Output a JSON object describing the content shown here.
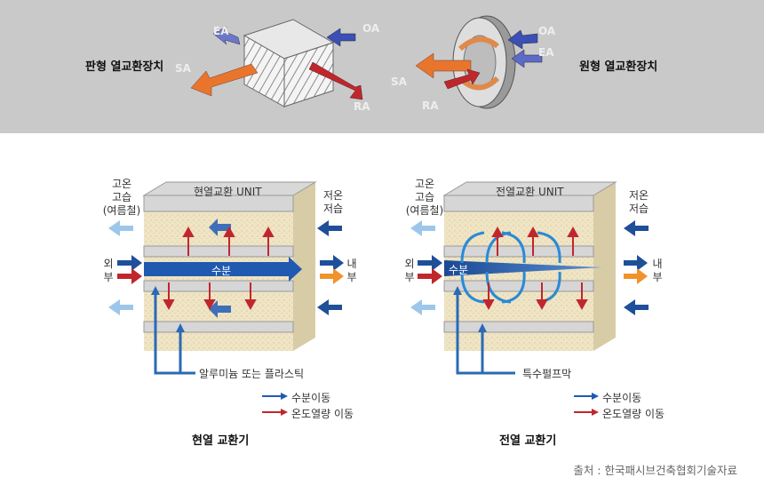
{
  "top": {
    "plate_title": "판형 열교환장치",
    "rotary_title": "원형 열교환장치",
    "plate_labels": [
      "EA",
      "OA",
      "SA",
      "RA"
    ],
    "rotary_labels": [
      "EA",
      "OA",
      "SA",
      "RA"
    ]
  },
  "sensible": {
    "unit_title": "현열교환 UNIT",
    "left_top": [
      "고온",
      "고습",
      "(여름철)"
    ],
    "right_top": [
      "저온",
      "저습"
    ],
    "left_mid": [
      "외",
      "부"
    ],
    "right_mid": [
      "내",
      "부"
    ],
    "moisture_label": "수분",
    "material_label": "알루미늄 또는 플라스틱",
    "legend_moisture": "수분이동",
    "legend_heat": "온도열량 이동",
    "caption": "현열 교환기"
  },
  "total": {
    "unit_title": "전열교환 UNIT",
    "left_top": [
      "고온",
      "고습",
      "(여름철)"
    ],
    "right_top": [
      "저온",
      "저습"
    ],
    "left_mid": [
      "외",
      "부"
    ],
    "right_mid": [
      "내",
      "부"
    ],
    "moisture_label": "수분",
    "material_label": "특수펄프막",
    "legend_moisture": "수분이동",
    "legend_heat": "온도열량 이동",
    "caption": "전열 교환기"
  },
  "source": "출처 : 한국패시브건축협회기술자료",
  "colors": {
    "top_bg": "#c9c9c9",
    "blue_dark": "#1f4f99",
    "blue_light": "#9cc7ea",
    "red": "#c0272d",
    "orange": "#f0932b",
    "beige": "#efe4c4"
  }
}
